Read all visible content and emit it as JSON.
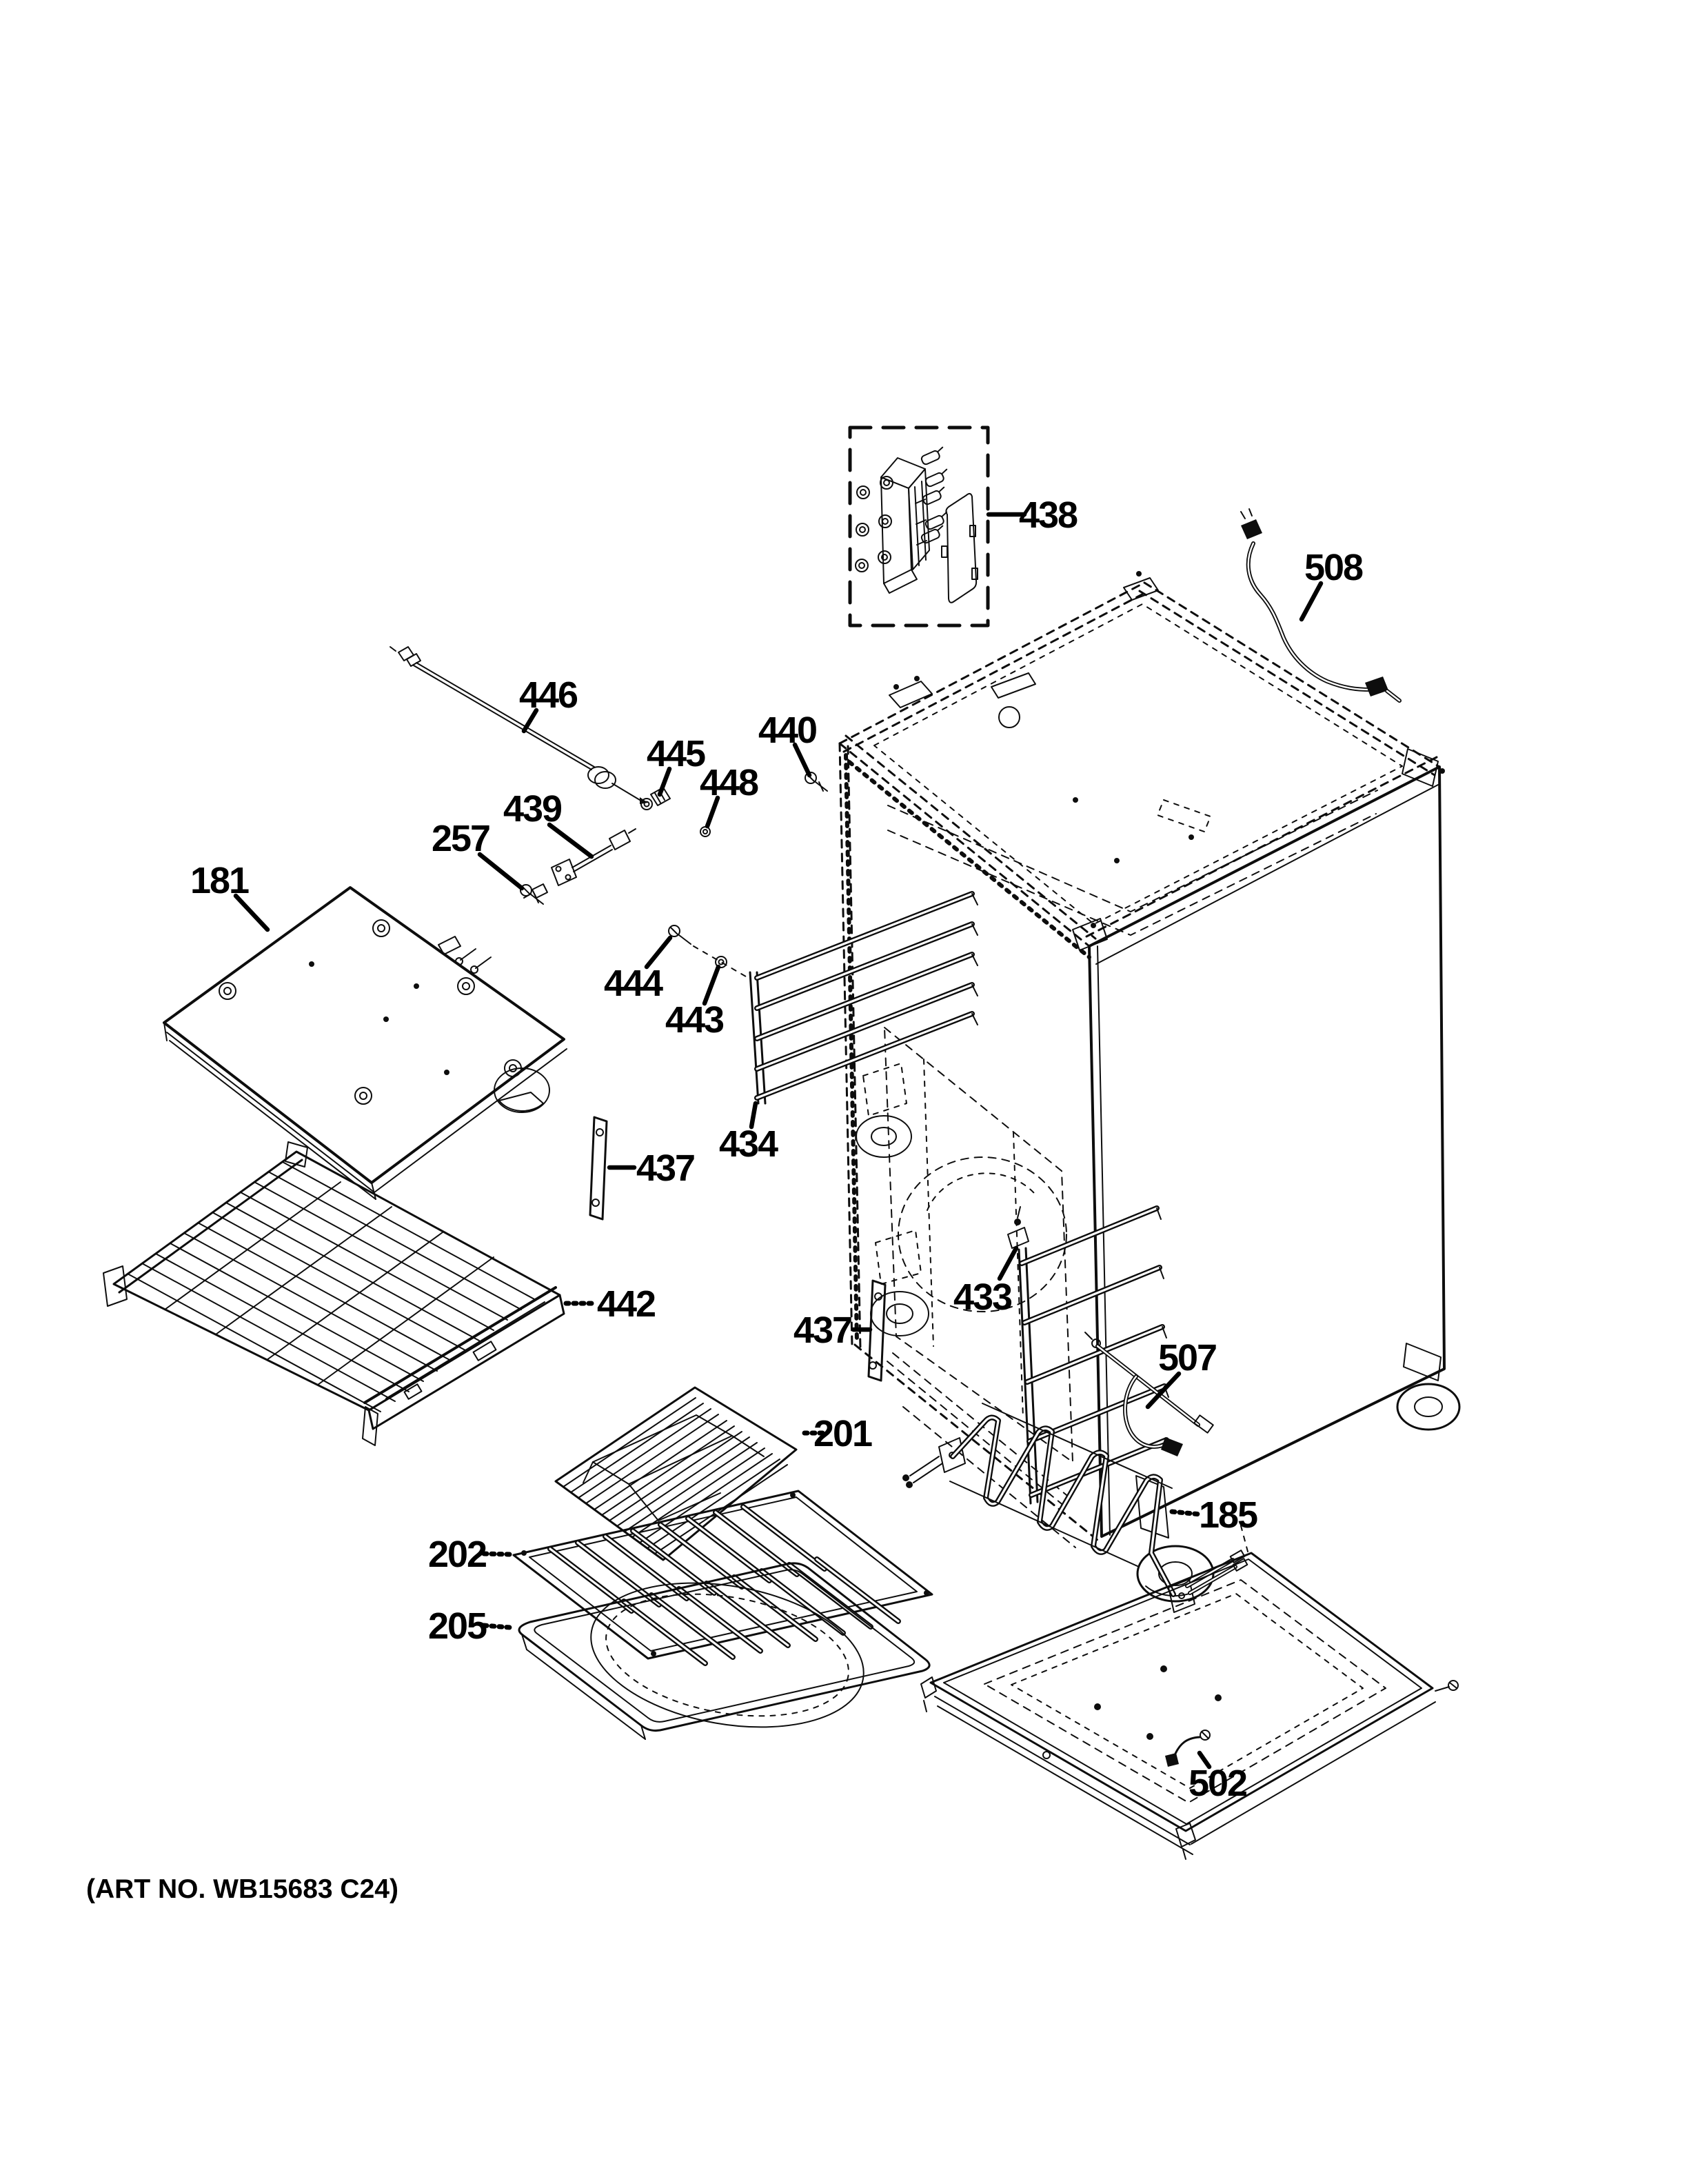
{
  "doc": {
    "kind": "appliance exploded parts diagram",
    "ink_color": "#0d0d0d",
    "background_color": "#ffffff"
  },
  "footer": {
    "art_no": "(ART NO. WB15683 C24)"
  },
  "callouts": {
    "c181": {
      "label": "181"
    },
    "c185": {
      "label": "185"
    },
    "c201": {
      "label": "201"
    },
    "c202": {
      "label": "202"
    },
    "c205": {
      "label": "205"
    },
    "c257": {
      "label": "257"
    },
    "c433": {
      "label": "433"
    },
    "c434": {
      "label": "434"
    },
    "c437a": {
      "label": "437"
    },
    "c437b": {
      "label": "437"
    },
    "c438": {
      "label": "438"
    },
    "c439": {
      "label": "439"
    },
    "c440": {
      "label": "440"
    },
    "c442": {
      "label": "442"
    },
    "c443": {
      "label": "443"
    },
    "c444": {
      "label": "444"
    },
    "c445": {
      "label": "445"
    },
    "c446": {
      "label": "446"
    },
    "c448": {
      "label": "448"
    },
    "c502": {
      "label": "502"
    },
    "c507": {
      "label": "507"
    },
    "c508": {
      "label": "508"
    }
  }
}
